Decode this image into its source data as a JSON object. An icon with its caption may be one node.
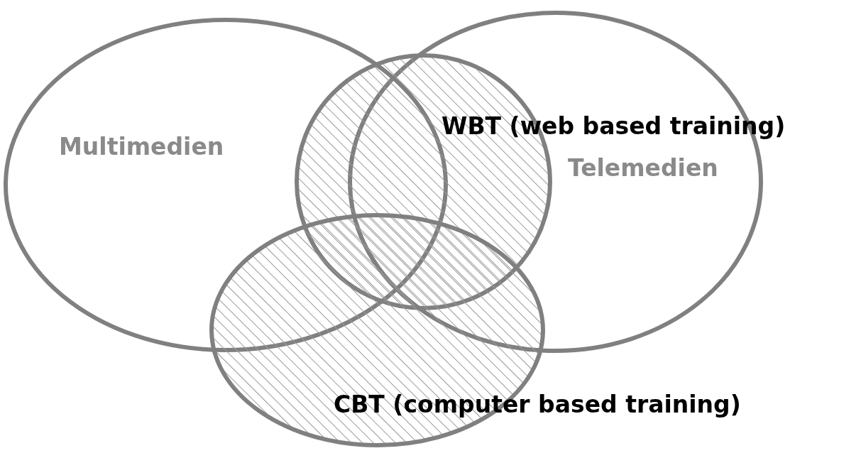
{
  "diagram": {
    "nodes": [
      {
        "text": [
          "Multimedien"
        ]
      },
      {
        "text": [
          "Telemedien"
        ]
      },
      {
        "text": [],
        "shape": "circle",
        "beside": [
          "WBT (web based training)"
        ]
      },
      {
        "text": [
          "CBT (computer based training)"
        ]
      }
    ]
  }
}
